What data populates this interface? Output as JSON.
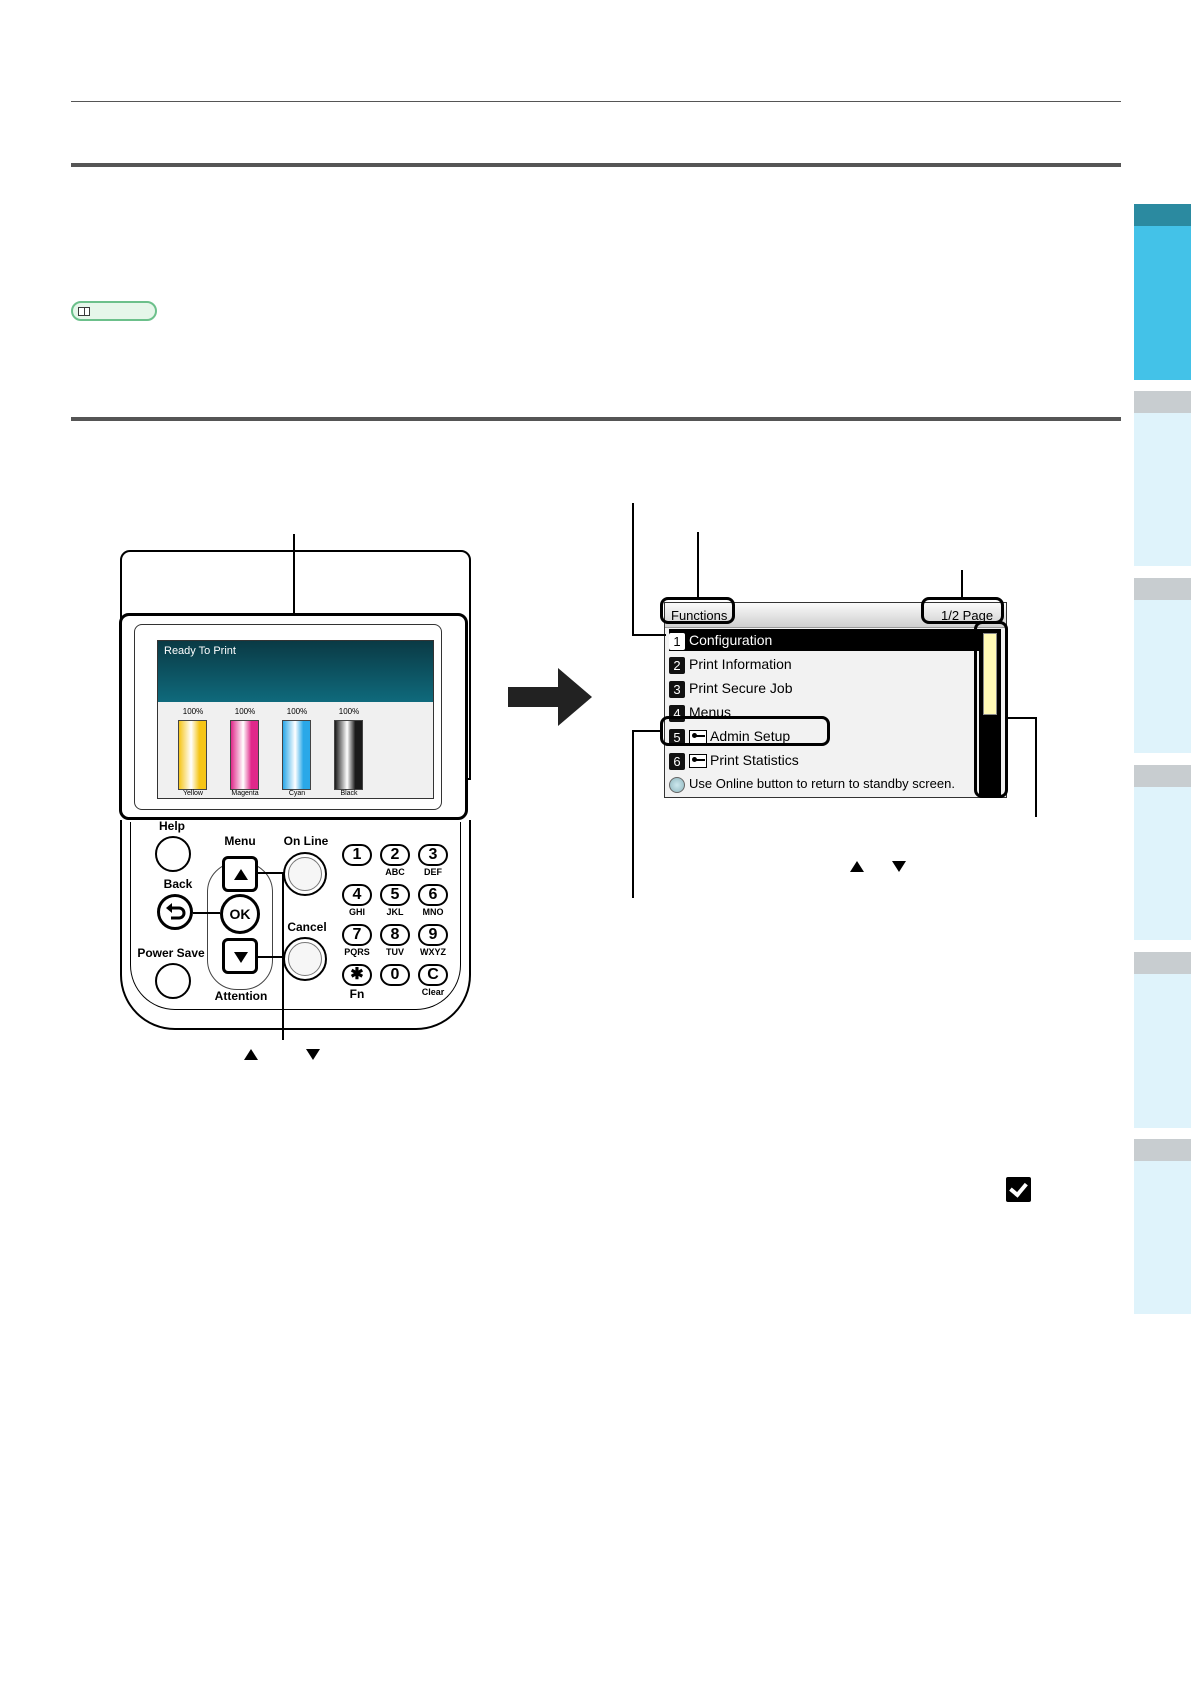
{
  "reference_badge": {
    "icon": "book-icon"
  },
  "side_tabs": {
    "count": 6,
    "active_index": 0,
    "active_color": "#43c2e8",
    "cap_color": "#2b8aa0",
    "inactive_color": "#dff3fb"
  },
  "printer_panel": {
    "lcd_title": "Ready To Print",
    "toners": [
      {
        "name": "Yellow",
        "percent": "100%",
        "color": "#f5c518",
        "level": 1.0
      },
      {
        "name": "Magenta",
        "percent": "100%",
        "color": "#e0288a",
        "level": 1.0
      },
      {
        "name": "Cyan",
        "percent": "100%",
        "color": "#2aa8e8",
        "level": 1.0
      },
      {
        "name": "Black",
        "percent": "100%",
        "color": "#1a1a1a",
        "level": 1.0
      }
    ],
    "buttons": {
      "help": "Help",
      "back": "Back",
      "power_save": "Power Save",
      "menu": "Menu",
      "ok": "OK",
      "online": "On Line",
      "cancel": "Cancel",
      "attention": "Attention"
    },
    "keypad": [
      {
        "key": "1",
        "sub": ""
      },
      {
        "key": "2",
        "sub": "ABC"
      },
      {
        "key": "3",
        "sub": "DEF"
      },
      {
        "key": "4",
        "sub": "GHI"
      },
      {
        "key": "5",
        "sub": "JKL"
      },
      {
        "key": "6",
        "sub": "MNO"
      },
      {
        "key": "7",
        "sub": "PQRS"
      },
      {
        "key": "8",
        "sub": "TUV"
      },
      {
        "key": "9",
        "sub": "WXYZ"
      },
      {
        "key": "✱",
        "sub": "Fn"
      },
      {
        "key": "0",
        "sub": ""
      },
      {
        "key": "C",
        "sub": "Clear"
      }
    ]
  },
  "menu_screen": {
    "header_title": "Functions",
    "page_indicator": "1/2 Page",
    "items": [
      {
        "num": "1",
        "label": "Configuration",
        "selected": true,
        "locked": false
      },
      {
        "num": "2",
        "label": "Print Information",
        "selected": false,
        "locked": false
      },
      {
        "num": "3",
        "label": "Print Secure Job",
        "selected": false,
        "locked": false
      },
      {
        "num": "4",
        "label": "Menus",
        "selected": false,
        "locked": false
      },
      {
        "num": "5",
        "label": "Admin Setup",
        "selected": false,
        "locked": true
      },
      {
        "num": "6",
        "label": "Print Statistics",
        "selected": false,
        "locked": true
      }
    ],
    "footer_hint": "Use Online button to return to standby screen.",
    "scrollbar_position": 0.5
  }
}
